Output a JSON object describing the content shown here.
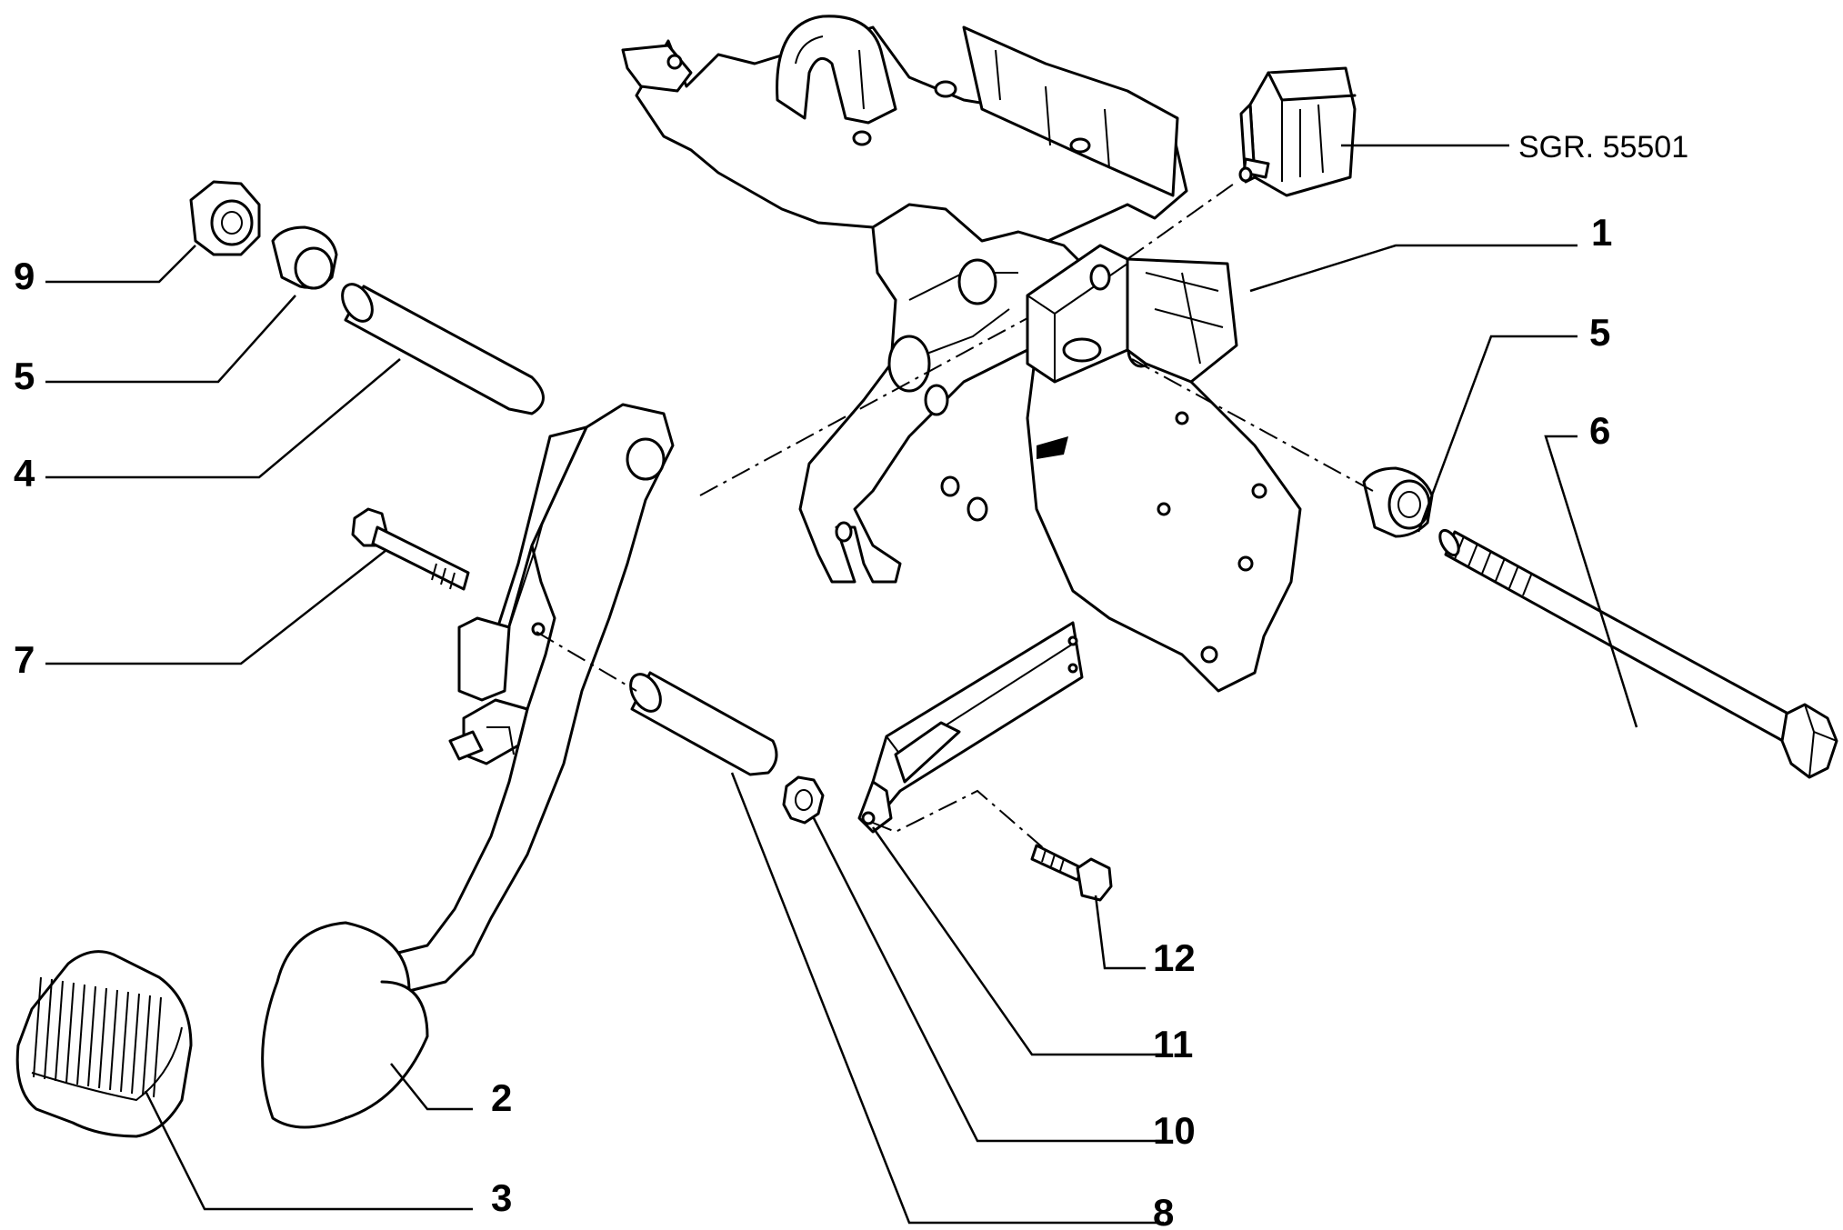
{
  "reference_label": "SGR. 55501",
  "callouts": {
    "c1": "1",
    "c2": "2",
    "c3": "3",
    "c4": "4",
    "c5a": "5",
    "c5b": "5",
    "c6": "6",
    "c7": "7",
    "c8": "8",
    "c9": "9",
    "c10": "10",
    "c11": "11",
    "c12": "12"
  }
}
